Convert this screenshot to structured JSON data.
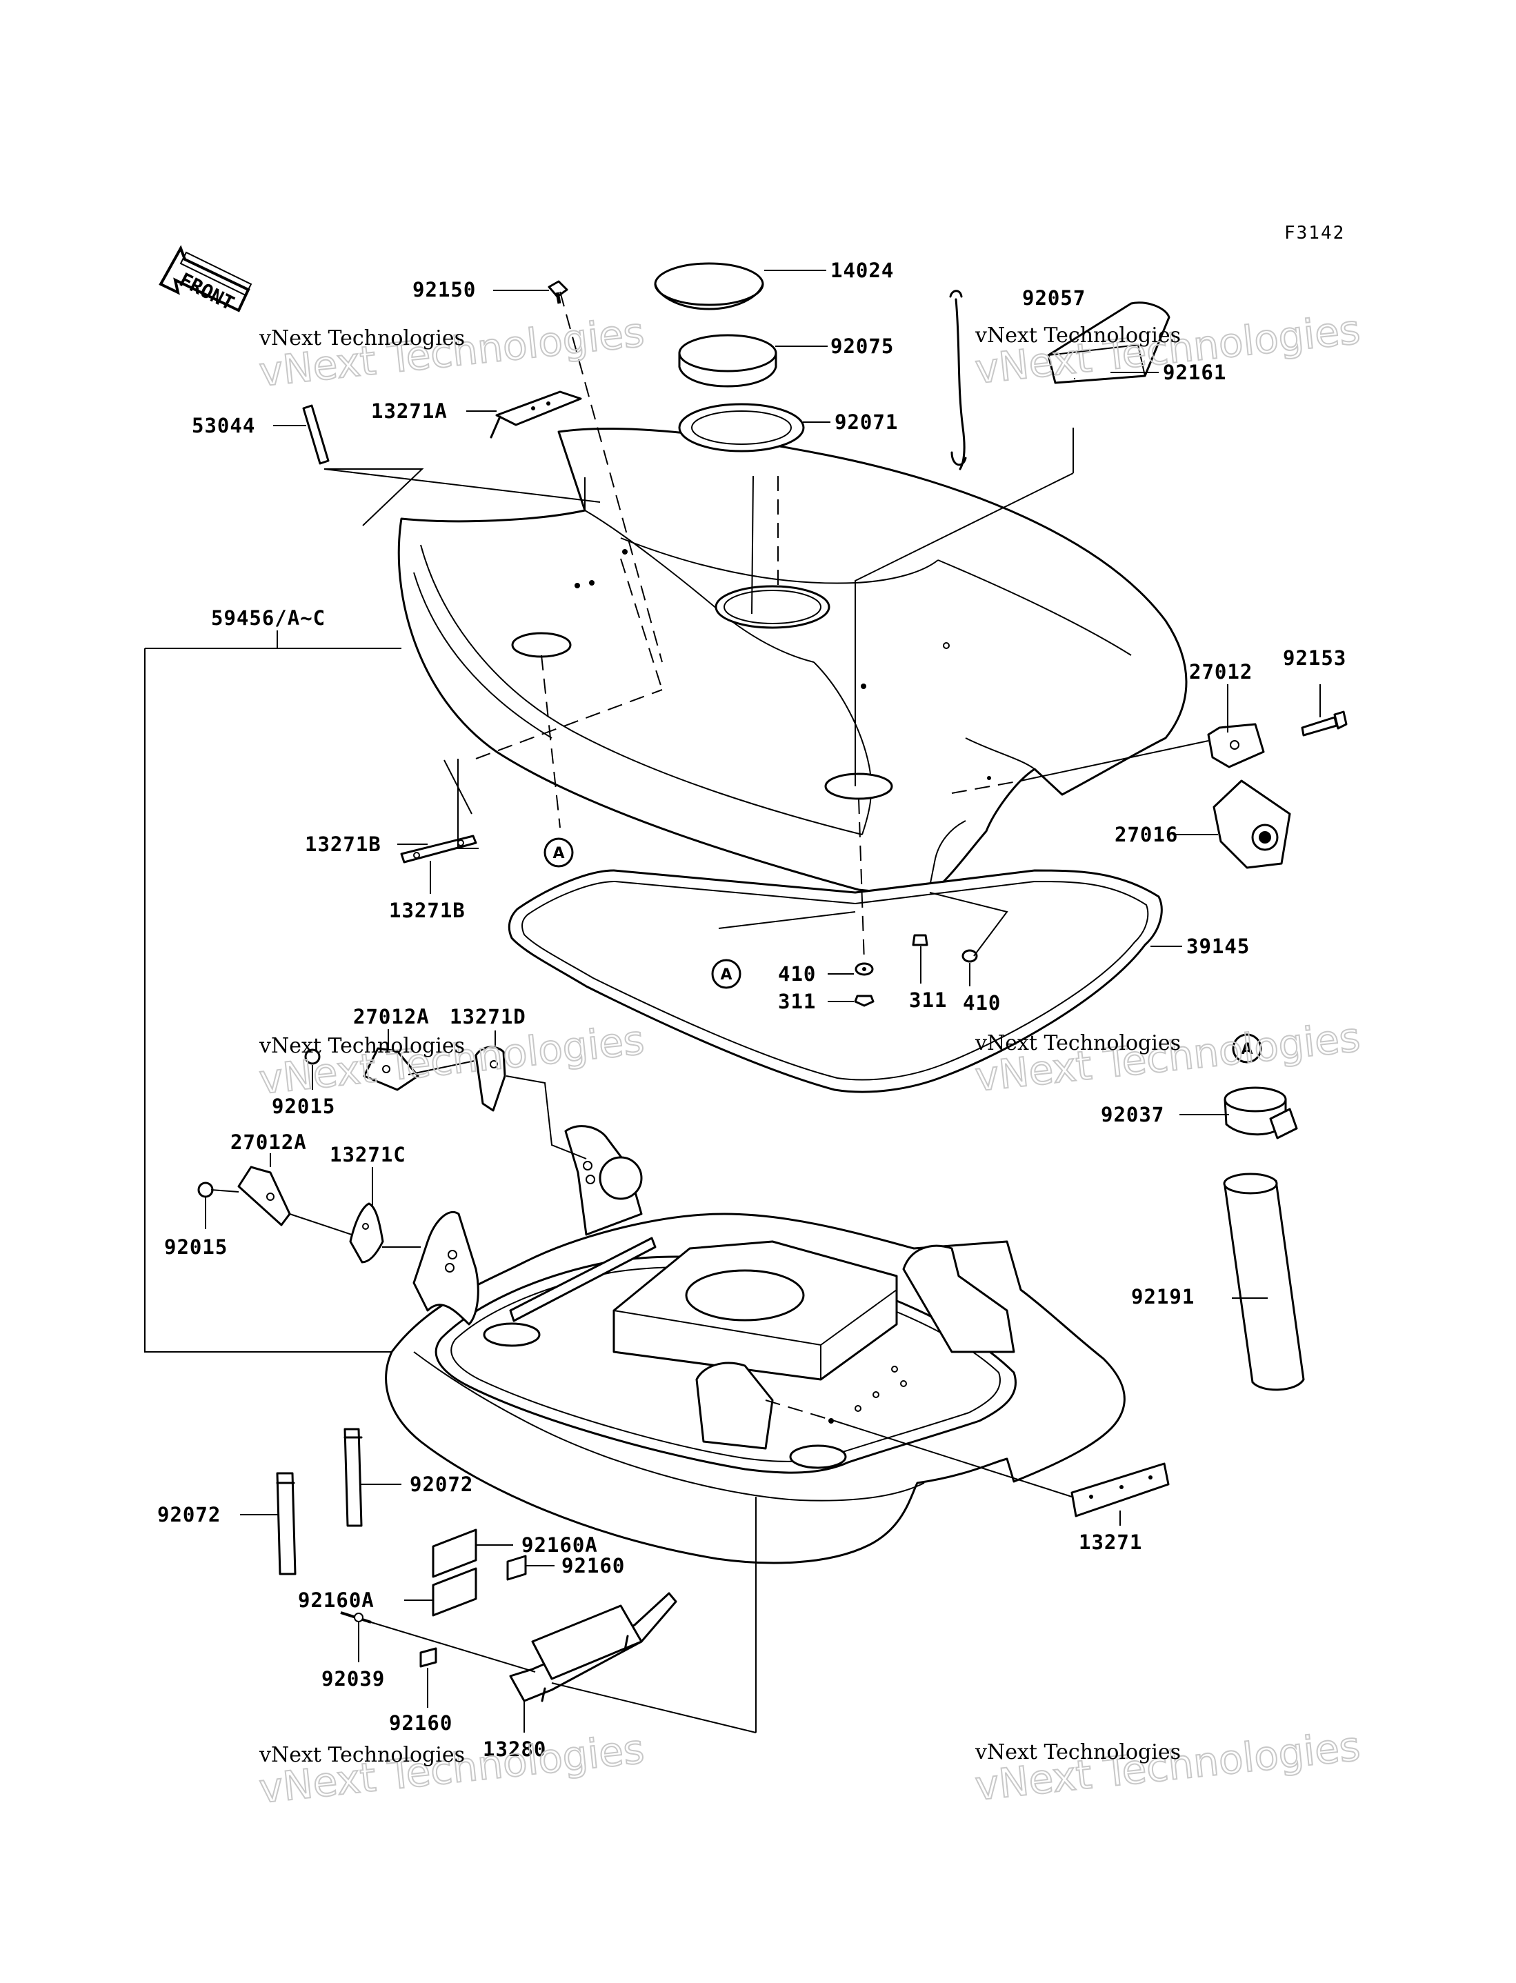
{
  "figure_ref": "F3142",
  "front_label": "FRONT",
  "watermark": {
    "line1": "vNext Technologies",
    "line2": "vNext Technologies"
  },
  "marker_label": "A",
  "parts": {
    "p14024": "14024",
    "p92075": "92075",
    "p92071": "92071",
    "p92150": "92150",
    "p13271A": "13271A",
    "p53044": "53044",
    "p92057": "92057",
    "p92161": "92161",
    "p59456": "59456/A~C",
    "p27012": "27012",
    "p92153": "92153",
    "p27016": "27016",
    "p13271B_top": "13271B",
    "p13271B_bot": "13271B",
    "p410_a": "410",
    "p311_a": "311",
    "p311_b": "311",
    "p410_b": "410",
    "p39145": "39145",
    "p27012A_top": "27012A",
    "p13271D": "13271D",
    "p92015_top": "92015",
    "p27012A_mid": "27012A",
    "p13271C": "13271C",
    "p92015_bot": "92015",
    "p92037": "92037",
    "p92191": "92191",
    "p92072_right": "92072",
    "p92072_left": "92072",
    "p92160A_top": "92160A",
    "p92160": "92160",
    "p92160A_bot": "92160A",
    "p13271": "13271",
    "p92039": "92039",
    "p92160_bot": "92160",
    "p13280": "13280"
  }
}
